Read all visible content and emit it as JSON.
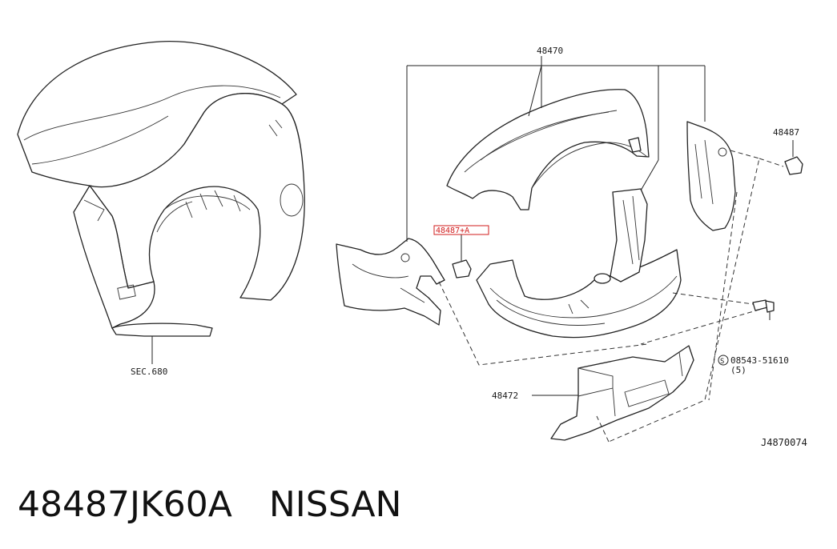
{
  "labels": {
    "sec": "SEC.680",
    "p48470": "48470",
    "p48487": "48487",
    "p48487_highlight": "48487+A",
    "bolt_code": "08543-51610",
    "bolt_qty": "(5)",
    "bolt_symbol": "S",
    "p48472": "48472",
    "ref": "J4870074"
  },
  "caption": {
    "part_number": "48487JK60A",
    "brand": "NISSAN"
  },
  "colors": {
    "line": "#222222",
    "highlight": "#d21d1d",
    "text": "#111111"
  }
}
